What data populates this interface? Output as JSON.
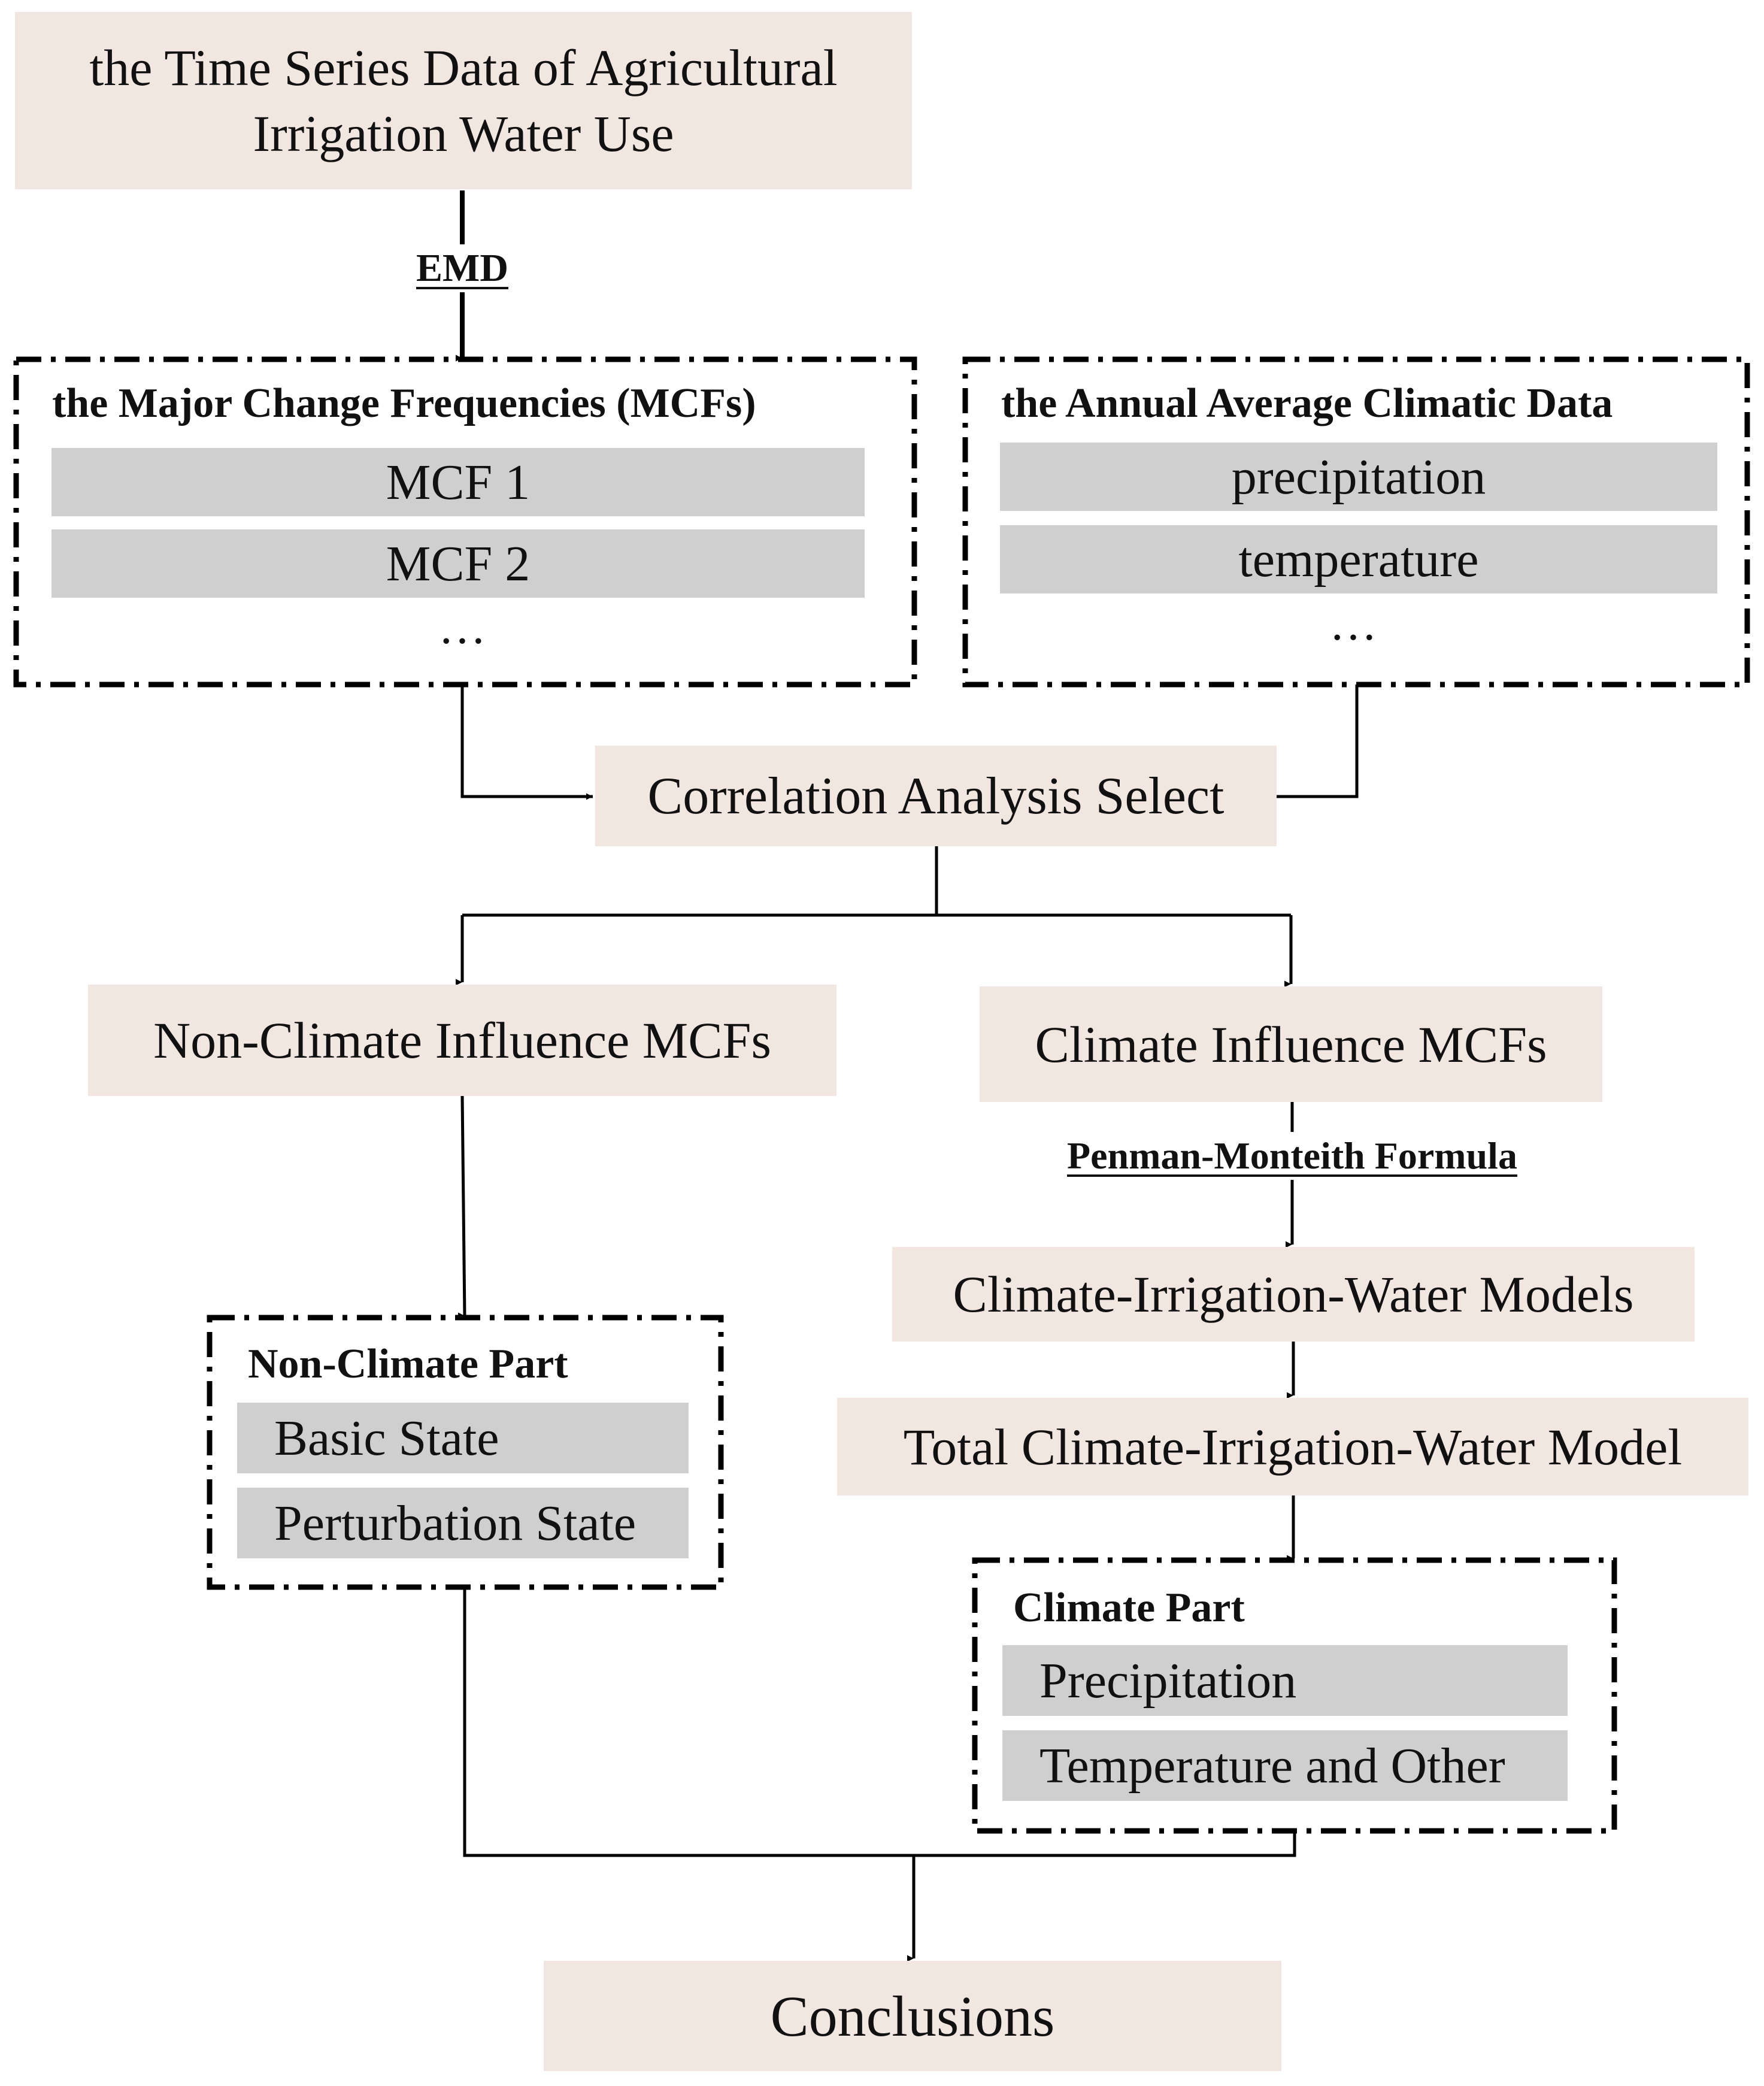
{
  "nodes": {
    "input": "the Time Series Data of Agricultural Irrigation Water Use",
    "correlation": "Correlation Analysis Select",
    "non_climate_mcfs": "Non-Climate Influence MCFs",
    "climate_mcfs": "Climate Influence MCFs",
    "ciw_models": "Climate-Irrigation-Water Models",
    "total_ciw_model": "Total Climate-Irrigation-Water Model",
    "conclusions": "Conclusions"
  },
  "edges": {
    "emd": "EMD",
    "penman": "Penman-Monteith Formula"
  },
  "groups": {
    "mcfs": {
      "title": "the Major Change Frequencies (MCFs)",
      "items": [
        "MCF 1",
        "MCF 2"
      ],
      "more": "…"
    },
    "climatic": {
      "title": "the Annual Average Climatic Data",
      "items": [
        "precipitation",
        "temperature"
      ],
      "more": "…"
    },
    "non_climate_part": {
      "title": "Non-Climate Part",
      "items": [
        "Basic State",
        "Perturbation State"
      ]
    },
    "climate_part": {
      "title": "Climate Part",
      "items": [
        "Precipitation",
        "Temperature and Other"
      ]
    }
  },
  "colors": {
    "process_box": "#f2e6e0",
    "item_bar": "#cfcfcf",
    "line": "#000000"
  }
}
